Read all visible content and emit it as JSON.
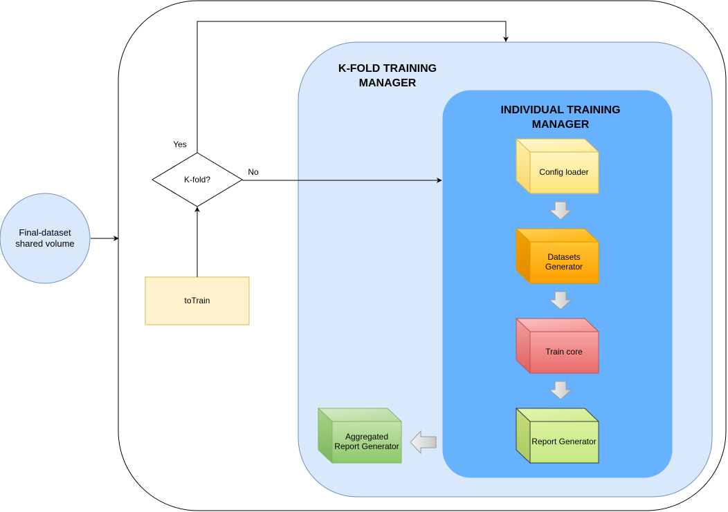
{
  "nodes": {
    "final_dataset": {
      "line1": "Final-dataset",
      "line2": "shared volume"
    },
    "to_train": "toTrain",
    "kfold_decision": "K-fold?",
    "kfold_manager": {
      "line1": "K-FOLD TRAINING",
      "line2": "MANAGER"
    },
    "individual_manager": {
      "line1": "INDIVIDUAL TRAINING",
      "line2": "MANAGER"
    },
    "config_loader": "Config loader",
    "datasets_generator": {
      "line1": "Datasets",
      "line2": "Generator"
    },
    "train_core": "Train core",
    "report_generator": "Report Generator",
    "aggregated_report_generator": {
      "line1": "Aggregated",
      "line2": "Report Generator"
    }
  },
  "edges": {
    "yes_label": "Yes",
    "no_label": "No"
  },
  "colors": {
    "outer_stroke": "#000000",
    "kfold_fill": "#dae8fc",
    "kfold_stroke": "#6c8ebf",
    "individual_fill": "#66b2ff",
    "circle_fill": "#dae8fc",
    "totrain_fill": "#fff2cc",
    "totrain_stroke": "#d6b656",
    "config_front": "#fff2a3",
    "datasets_front": "#ffb000",
    "train_front": "#f07a7a",
    "report_front": "#cdeb8b",
    "aggregated_front": "#97d077"
  }
}
